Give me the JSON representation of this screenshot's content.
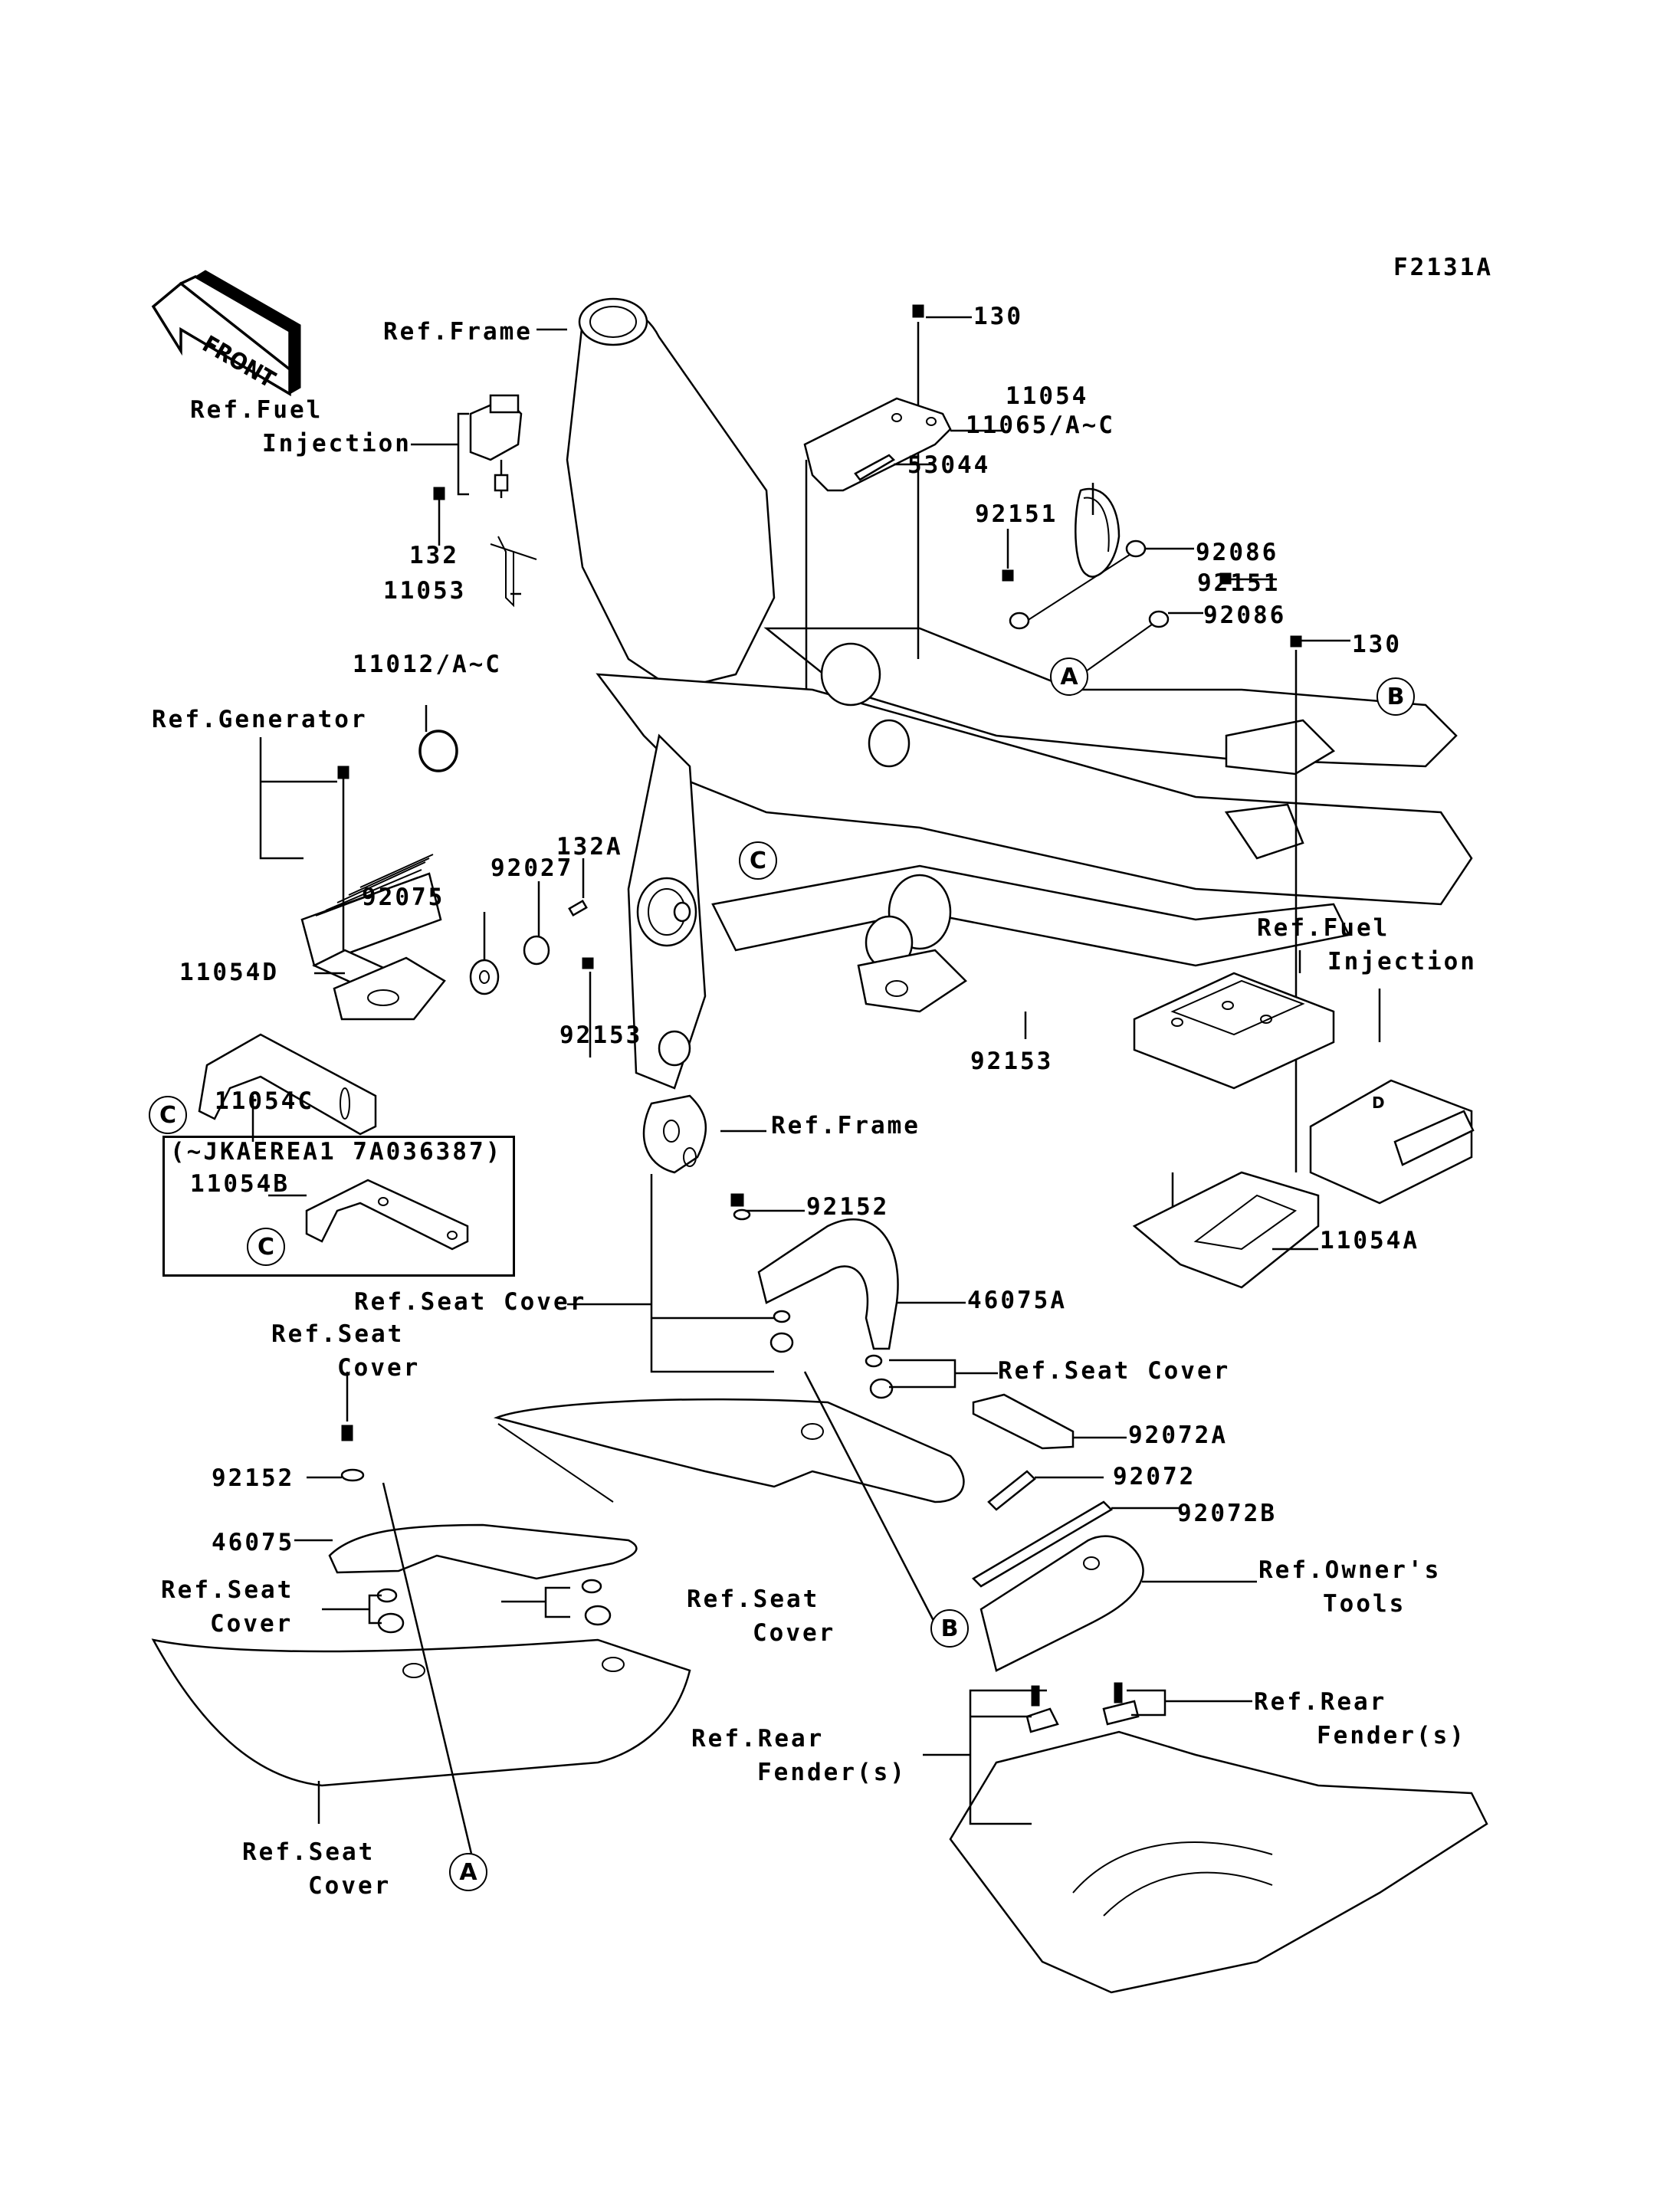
{
  "diagram": {
    "figure_id": "F2131A",
    "front_arrow_text": "FRONT",
    "inset_note": "(~JKAEREA1 7A036387)",
    "labels": {
      "ref_frame_top": "Ref.Frame",
      "ref_fuel_injection_left_1": "Ref.Fuel",
      "ref_fuel_injection_left_2": "Injection",
      "p130_top": "130",
      "p11054": "11054",
      "p11065": "11065/A~C",
      "p53044": "53044",
      "p92151_left": "92151",
      "p92086_top": "92086",
      "p92151_right": "92151",
      "p92086_bottom": "92086",
      "p130_right": "130",
      "p132": "132",
      "p11053": "11053",
      "p11012": "11012/A~C",
      "ref_generator": "Ref.Generator",
      "p132A": "132A",
      "p92027": "92027",
      "p92075": "92075",
      "p11054D": "11054D",
      "p92153_left": "92153",
      "p92153_right": "92153",
      "p11054C": "11054C",
      "ref_frame_bottom": "Ref.Frame",
      "ref_fuel_injection_right_1": "Ref.Fuel",
      "ref_fuel_injection_right_2": "Injection",
      "p11054A": "11054A",
      "p11054B": "11054B",
      "p92152_top": "92152",
      "p46075A": "46075A",
      "ref_seat_cover_mid": "Ref.Seat Cover",
      "ref_seat_cover_right": "Ref.Seat Cover",
      "ref_seat_cover_left_1": "Ref.Seat",
      "ref_seat_cover_left_2": "Cover",
      "p92072A": "92072A",
      "p92072": "92072",
      "p92072B": "92072B",
      "ref_owners_tools_1": "Ref.Owner's",
      "ref_owners_tools_2": "Tools",
      "p92152_left": "92152",
      "p46075": "46075",
      "ref_seat_cover_lowleft_1": "Ref.Seat",
      "ref_seat_cover_lowleft_2": "Cover",
      "ref_seat_cover_lowmid_1": "Ref.Seat",
      "ref_seat_cover_lowmid_2": "Cover",
      "ref_rear_fender_mid_1": "Ref.Rear",
      "ref_rear_fender_mid_2": "Fender(s)",
      "ref_rear_fender_right_1": "Ref.Rear",
      "ref_rear_fender_right_2": "Fender(s)",
      "ref_seat_cover_bottom_1": "Ref.Seat",
      "ref_seat_cover_bottom_2": "Cover"
    },
    "callouts": {
      "a_top": "A",
      "b_top": "B",
      "c_left": "C",
      "c_mid": "C",
      "c_inset": "C",
      "b_bottom": "B",
      "a_bottom": "A"
    },
    "ecu_glyph": "D"
  }
}
